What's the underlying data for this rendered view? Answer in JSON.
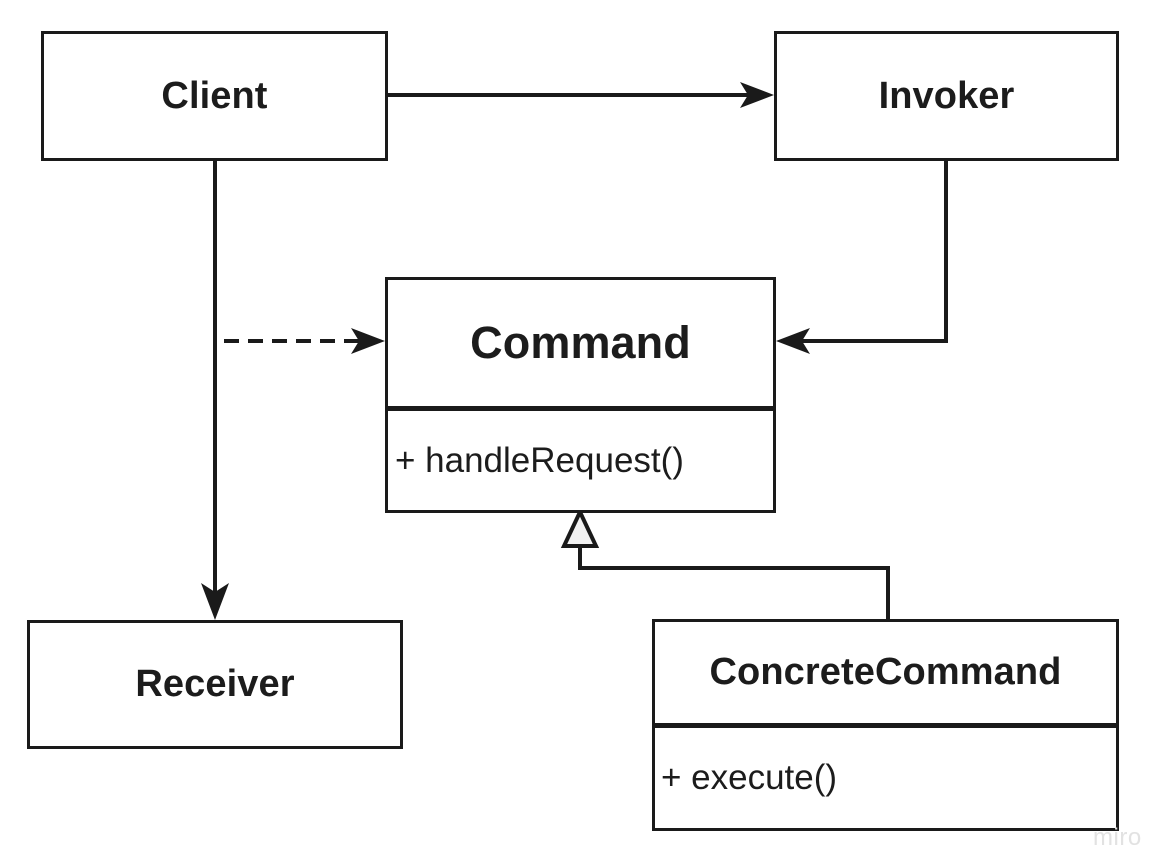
{
  "diagram": {
    "kind": "uml-class-diagram",
    "pattern_name": "Command",
    "background_color": "#ffffff",
    "stroke_color": "#1a1a1a",
    "text_color": "#1c1c1c",
    "watermark": "miro",
    "watermark_color": "#e2e2e2"
  },
  "classes": {
    "client": {
      "name": "Client",
      "members": []
    },
    "invoker": {
      "name": "Invoker",
      "members": []
    },
    "command": {
      "name": "Command",
      "members": [
        {
          "signature": "+ handleRequest()"
        }
      ]
    },
    "receiver": {
      "name": "Receiver",
      "members": []
    },
    "concrete_command": {
      "name": "ConcreteCommand",
      "members": [
        {
          "signature": "+ execute()"
        }
      ]
    }
  },
  "relationships": [
    {
      "id": "client-to-invoker",
      "from": "Client",
      "to": "Invoker",
      "line_style": "solid",
      "arrow_head": "filled-arrow",
      "type": "association"
    },
    {
      "id": "client-to-receiver",
      "from": "Client",
      "to": "Receiver",
      "line_style": "solid",
      "arrow_head": "filled-arrow",
      "type": "association"
    },
    {
      "id": "client-to-command",
      "from": "Client",
      "to": "Command",
      "line_style": "dashed",
      "arrow_head": "filled-arrow",
      "type": "dependency"
    },
    {
      "id": "invoker-to-command",
      "from": "Invoker",
      "to": "Command",
      "line_style": "solid",
      "arrow_head": "filled-arrow",
      "type": "association"
    },
    {
      "id": "concrete-command-to-command",
      "from": "ConcreteCommand",
      "to": "Command",
      "line_style": "solid",
      "arrow_head": "hollow-triangle",
      "type": "generalization"
    }
  ]
}
